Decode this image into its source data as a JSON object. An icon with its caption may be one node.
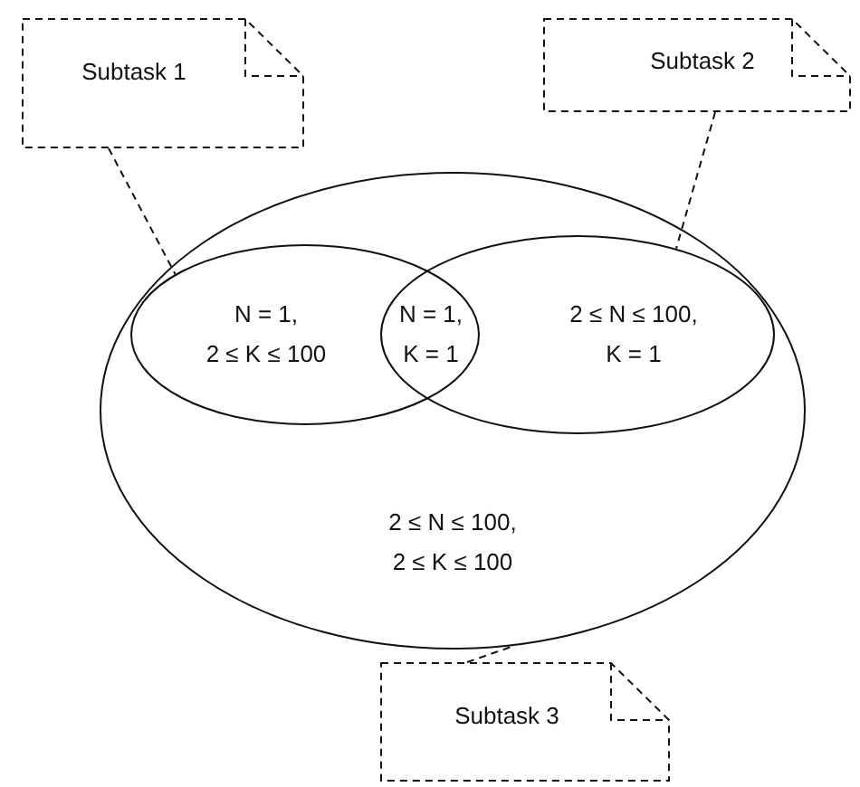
{
  "diagram": {
    "nodes": [
      {
        "text": [
          "Subtask 1"
        ]
      },
      {
        "text": [
          "Subtask 2"
        ]
      },
      {
        "text": [
          "2 ≤ N ≤ 100, 2 ≤ K ≤ 100"
        ]
      },
      {
        "text": [
          "N = 1, 2 ≤ K ≤ 100"
        ],
        "in": 2
      },
      {
        "text": [
          "2 ≤ N ≤ 100, K = 1"
        ],
        "in": 2
      },
      {
        "text": [
          "Subtask 3"
        ]
      }
    ],
    "edges": [
      {
        "from": 0,
        "to": 3,
        "arrow": "none",
        "style": "dashed"
      },
      {
        "from": 1,
        "to": 4,
        "arrow": "none",
        "style": "dashed"
      },
      {
        "from": 5,
        "to": 2,
        "arrow": "none",
        "style": "dashed"
      }
    ],
    "labels": [
      "N = 1, K = 1"
    ]
  }
}
